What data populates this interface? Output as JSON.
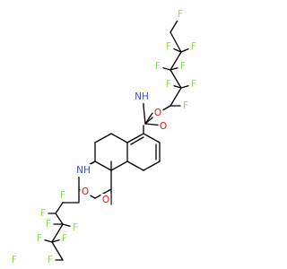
{
  "molecule": {
    "atoms": [
      {
        "id": "F1",
        "label": "F",
        "color": "#90e050"
      },
      {
        "id": "F2",
        "label": "F",
        "color": "#90e050"
      },
      {
        "id": "F3",
        "label": "F",
        "color": "#90e050"
      },
      {
        "id": "F4",
        "label": "F",
        "color": "#90e050"
      },
      {
        "id": "F5",
        "label": "F",
        "color": "#90e050"
      },
      {
        "id": "F6",
        "label": "F",
        "color": "#90e050"
      },
      {
        "id": "F7",
        "label": "F",
        "color": "#90e050"
      },
      {
        "id": "F8",
        "label": "F",
        "color": "#90e050"
      },
      {
        "id": "O1",
        "label": "O",
        "color": "#ff0d0d"
      },
      {
        "id": "O2",
        "label": "O",
        "color": "#ff0d0d"
      },
      {
        "id": "N1",
        "label": "NH",
        "color": "#3050f8"
      },
      {
        "id": "N2",
        "label": "NH",
        "color": "#3050f8"
      },
      {
        "id": "O3",
        "label": "O",
        "color": "#ff0d0d"
      },
      {
        "id": "O4",
        "label": "O",
        "color": "#ff0d0d"
      },
      {
        "id": "F9",
        "label": "F",
        "color": "#90e050"
      },
      {
        "id": "F10",
        "label": "F",
        "color": "#90e050"
      },
      {
        "id": "F11",
        "label": "F",
        "color": "#90e050"
      },
      {
        "id": "F12",
        "label": "F",
        "color": "#90e050"
      },
      {
        "id": "F13",
        "label": "F",
        "color": "#90e050"
      },
      {
        "id": "F14",
        "label": "F",
        "color": "#90e050"
      },
      {
        "id": "F15",
        "label": "F",
        "color": "#90e050"
      },
      {
        "id": "F16",
        "label": "F",
        "color": "#90e050"
      }
    ]
  }
}
